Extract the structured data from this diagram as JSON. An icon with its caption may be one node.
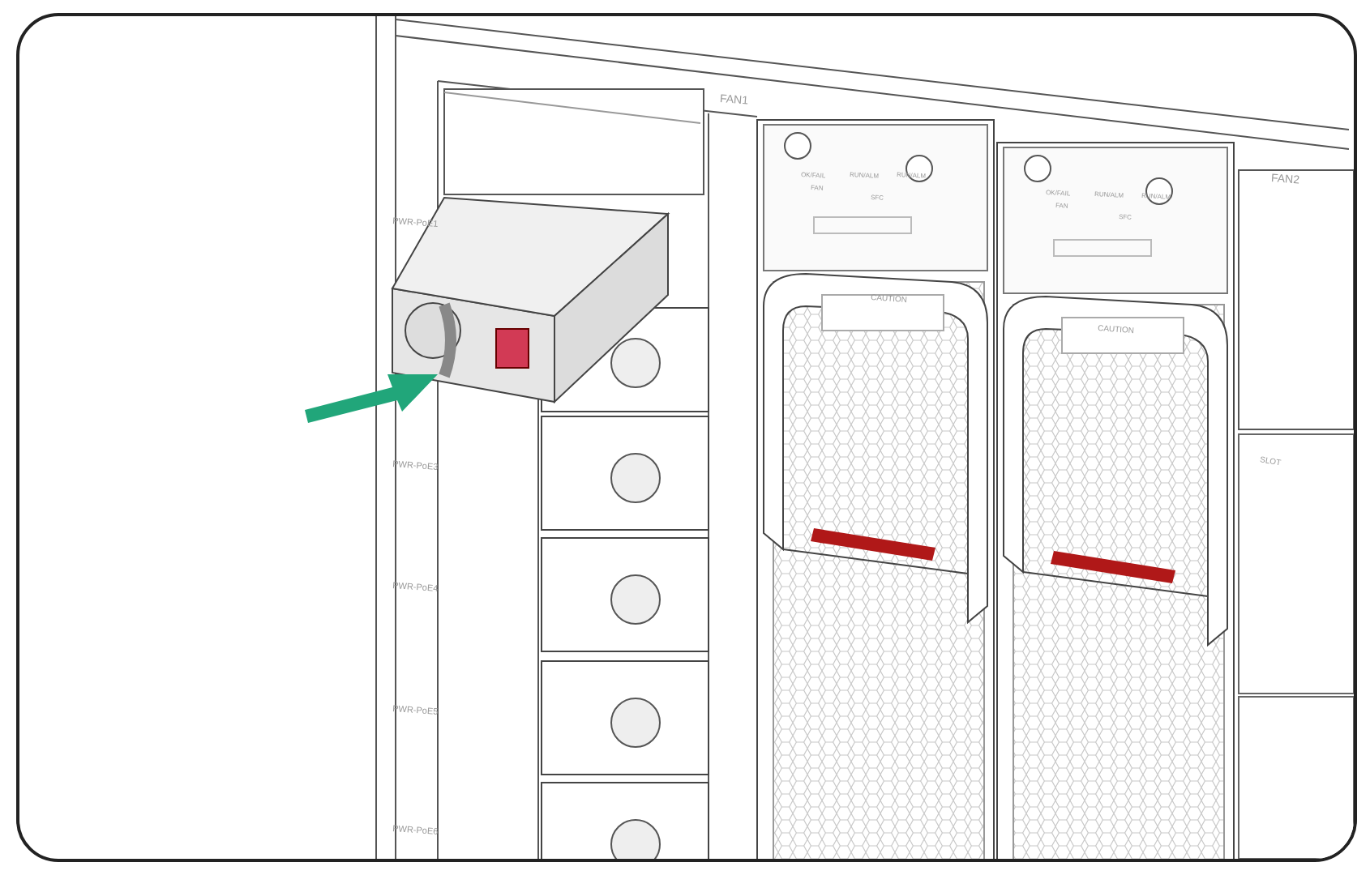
{
  "diagram": {
    "labels": [
      "FAN1",
      "FAN2",
      "PWR-PoE1",
      "PWR-PoE3",
      "PWR-PoE4",
      "PWR-PoE5",
      "PWR-PoE6",
      "OK/FAIL",
      "FAN",
      "RUN/ALM",
      "RUN/ALM",
      "SFC",
      "OK/FAIL",
      "FAN",
      "RUN/ALM",
      "RUN/ALM",
      "SFC",
      "CAUTION",
      "CAUTION",
      "SLOT"
    ]
  }
}
